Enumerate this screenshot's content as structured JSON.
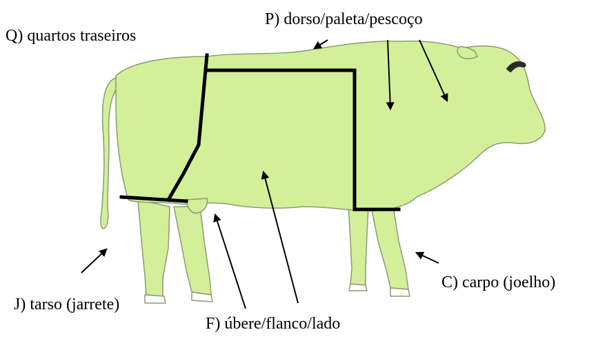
{
  "labels": {
    "hindquarters": "Q) quartos traseiros",
    "back": "P) dorso/paleta/pescoço",
    "tarsus": "J) tarso (jarrete)",
    "carpus": "C) carpo (joelho)",
    "udder": "F) úbere/flanco/lado"
  },
  "colors": {
    "body_fill": "#d4ef9a",
    "body_outline": "#8a9a70",
    "divider": "#000000",
    "arrow": "#000000",
    "horn": "#2a2a2a"
  },
  "icons": [
    "cow-silhouette",
    "arrow"
  ]
}
